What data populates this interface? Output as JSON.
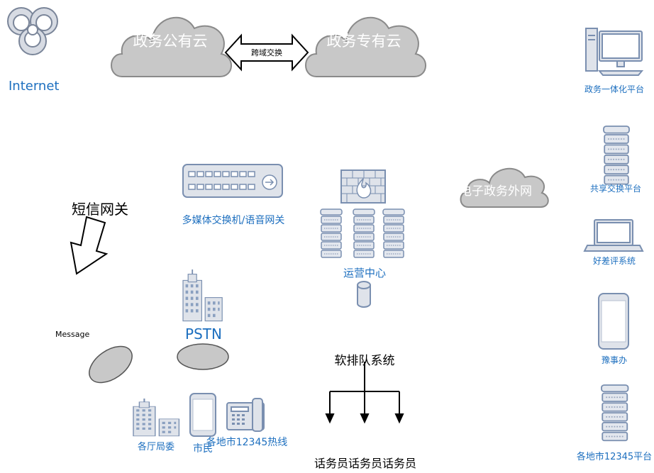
{
  "nodes": {
    "internet": "Internet",
    "public_cloud": "政务公有云",
    "private_cloud": "政务专有云",
    "cross_domain": "跨域交换",
    "gov_platform": "政务一体化平台",
    "shared_exchange": "共享交换平台",
    "rating_system": "好差评系统",
    "yushiban": "豫事办",
    "city_platform": "各地市12345平台",
    "e_gov_extranet": "电子政务外网",
    "sms_gateway": "短信网关",
    "message": "Message",
    "multimedia_switch": "多媒体交换机/语音网关",
    "ops_center": "运营中心",
    "pstn": "PSTN",
    "soft_queue": "软排队系统",
    "agents": "话务员话务员话务员",
    "departments": "各厅局委",
    "citizens": "市民",
    "city_hotline": "各地市12345热线"
  },
  "colors": {
    "cloud_fill": "#c8c8c8",
    "cloud_stroke": "#8a8a8a",
    "icon_stroke": "#7a8fb0",
    "icon_fill": "#dfe3ea",
    "label_blue": "#1d6fbf",
    "ellipse_fill": "#c8c8c8"
  }
}
